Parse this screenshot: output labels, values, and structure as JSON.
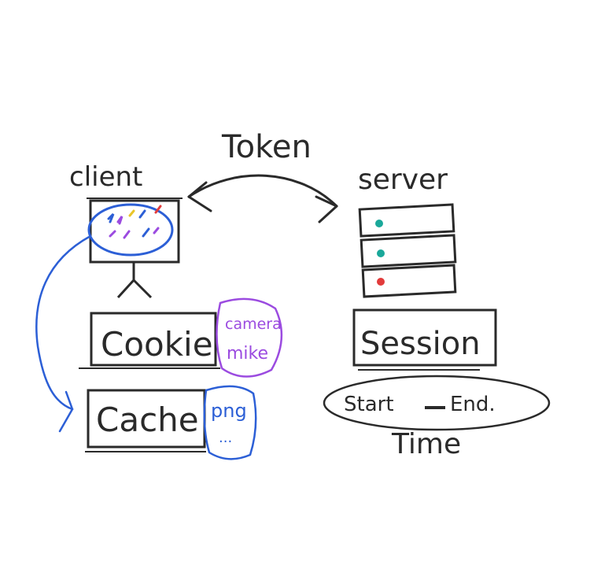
{
  "labels": {
    "token": "Token",
    "client": "client",
    "server": "server",
    "cookie": "Cookie",
    "cache": "Cache",
    "camera": "camera",
    "mike": "mike",
    "png": "png",
    "ellipsis": "...",
    "session": "Session",
    "start": "Start",
    "end": "End.",
    "time": "Time"
  },
  "colors": {
    "ink": "#2a2a2a",
    "blue": "#2c5fd6",
    "purple": "#9b4be0",
    "teal": "#1aa89a",
    "red": "#e23b3b",
    "yellow": "#e9c52a"
  },
  "icons": {
    "client": "monitor-icon",
    "server": "server-rack-icon"
  }
}
